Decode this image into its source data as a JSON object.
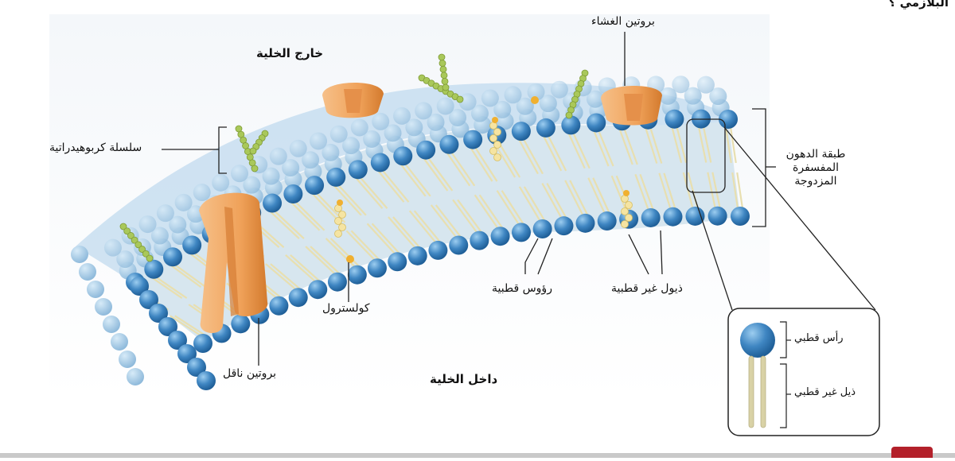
{
  "heading_fragment": "البلازمي ؟",
  "regions": {
    "outside": "خارج الخلية",
    "inside": "داخل الخلية"
  },
  "labels": {
    "membrane_protein": "بروتين الغشاء",
    "carbohydrate_chain": "سلسلة كربوهيدراتية",
    "bilayer": "طبقة الدهون المفسفرة المزدوجة",
    "cholesterol": "كولسترول",
    "polar_heads": "رؤوس قطبية",
    "nonpolar_tails": "ذيول غير قطبية",
    "transport_protein": "بروتين ناقل"
  },
  "inset": {
    "polar_head": "رأس قطبي",
    "nonpolar_tail": "ذيل غير قطبي"
  },
  "colors": {
    "head": "#3f86c2",
    "tail": "#efe7bf",
    "protein": "#f0a25a",
    "carbohydrate": "#9bbf45",
    "cholesterol": "#f1d98a"
  }
}
